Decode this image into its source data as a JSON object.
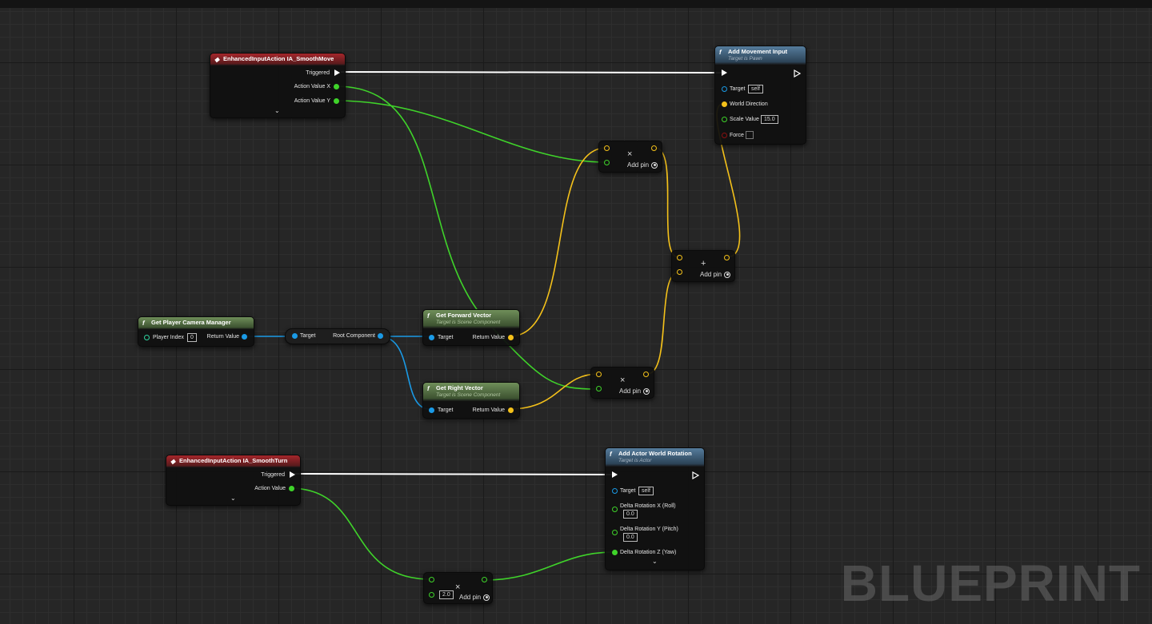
{
  "watermark": "BLUEPRINT",
  "colors": {
    "exec": "#ffffff",
    "float": "#3fd32a",
    "vector": "#f4c11a",
    "object": "#1a9ae6",
    "bool": "#8a1010"
  },
  "nodes": {
    "smooth_move": {
      "title": "EnhancedInputAction IA_SmoothMove",
      "pins": {
        "triggered": "Triggered",
        "action_x": "Action Value X",
        "action_y": "Action Value Y"
      }
    },
    "add_movement": {
      "title": "Add Movement Input",
      "subtitle": "Target is Pawn",
      "pins": {
        "target": "Target",
        "target_value": "self",
        "world_direction": "World Direction",
        "scale_value": "Scale Value",
        "scale_default": "15.0",
        "force": "Force"
      }
    },
    "multiply_top": {
      "op": "×",
      "add_pin": "Add pin"
    },
    "add_vectors": {
      "op": "+",
      "add_pin": "Add pin"
    },
    "camera_manager": {
      "title": "Get Player Camera Manager",
      "pins": {
        "player_index": "Player Index",
        "player_index_value": "0",
        "return_value": "Return Value"
      }
    },
    "root_component": {
      "target": "Target",
      "root": "Root Component"
    },
    "forward_vector": {
      "title": "Get Forward Vector",
      "subtitle": "Target is Scene Component",
      "pins": {
        "target": "Target",
        "return_value": "Return Value"
      }
    },
    "right_vector": {
      "title": "Get Right Vector",
      "subtitle": "Target is Scene Component",
      "pins": {
        "target": "Target",
        "return_value": "Return Value"
      }
    },
    "multiply_mid": {
      "op": "×",
      "add_pin": "Add pin"
    },
    "smooth_turn": {
      "title": "EnhancedInputAction IA_SmoothTurn",
      "pins": {
        "triggered": "Triggered",
        "action_value": "Action Value"
      }
    },
    "add_rotation": {
      "title": "Add Actor World Rotation",
      "subtitle": "Target is Actor",
      "pins": {
        "target": "Target",
        "target_value": "self",
        "roll": "Delta Rotation X (Roll)",
        "roll_value": "0.0",
        "pitch": "Delta Rotation Y (Pitch)",
        "pitch_value": "0.0",
        "yaw": "Delta Rotation Z (Yaw)"
      }
    },
    "multiply_bottom": {
      "op": "×",
      "value": "2.0",
      "add_pin": "Add pin"
    }
  }
}
